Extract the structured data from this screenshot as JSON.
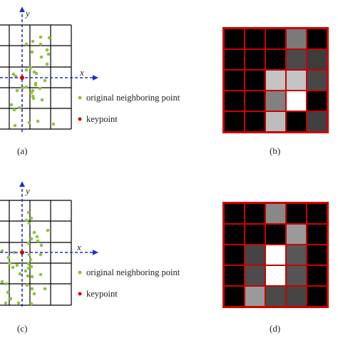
{
  "panels": [
    {
      "label": "(a)",
      "axis_x": "x",
      "axis_y": "y",
      "legend_point": "original neighboring point",
      "legend_keypoint": "keypoint",
      "points": [
        [
          57,
          52
        ],
        [
          69,
          53
        ],
        [
          46,
          58
        ],
        [
          37,
          62
        ],
        [
          57,
          62
        ],
        [
          66,
          70
        ],
        [
          45,
          73
        ],
        [
          68,
          76
        ],
        [
          58,
          80
        ],
        [
          66,
          90
        ],
        [
          43,
          95
        ],
        [
          37,
          98
        ],
        [
          48,
          101
        ],
        [
          51,
          103
        ],
        [
          19,
          104
        ],
        [
          22,
          107
        ],
        [
          63,
          113
        ],
        [
          50,
          117
        ],
        [
          50,
          119
        ],
        [
          37,
          122
        ],
        [
          32,
          123
        ],
        [
          56,
          124
        ],
        [
          46,
          127
        ],
        [
          24,
          127
        ],
        [
          44,
          130
        ],
        [
          46,
          135
        ],
        [
          47,
          138
        ],
        [
          59,
          140
        ],
        [
          16,
          147
        ],
        [
          27,
          151
        ],
        [
          20,
          154
        ],
        [
          53,
          170
        ],
        [
          41,
          172
        ],
        [
          75,
          174
        ],
        [
          21,
          176
        ]
      ],
      "colors": [
        "#000000",
        "#000000",
        "#000000",
        "#7a7a7a",
        "#000000",
        "#000000",
        "#000000",
        "#000000",
        "#4a4a4a",
        "#3c3c3c",
        "#000000",
        "#000000",
        "#c4c4c4",
        "#c4c4c4",
        "#474747",
        "#000000",
        "#000000",
        "#818181",
        "#ffffff",
        "#000000",
        "#000000",
        "#000000",
        "#bdbdbd",
        "#000000",
        "#404040"
      ]
    },
    {
      "label": "(c)",
      "axis_x": "x",
      "axis_y": "y",
      "legend_point": "original neighboring point",
      "legend_keypoint": "keypoint",
      "points": [
        [
          40,
          298
        ],
        [
          44,
          306
        ],
        [
          37,
          309
        ],
        [
          41,
          313
        ],
        [
          67,
          323
        ],
        [
          48,
          326
        ],
        [
          52,
          332
        ],
        [
          44,
          335
        ],
        [
          53,
          338
        ],
        [
          40,
          341
        ],
        [
          58,
          344
        ],
        [
          3,
          352
        ],
        [
          20,
          354
        ],
        [
          41,
          357
        ],
        [
          57,
          357
        ],
        [
          12,
          361
        ],
        [
          43,
          364
        ],
        [
          14,
          369
        ],
        [
          40,
          370
        ],
        [
          24,
          372
        ],
        [
          44,
          374
        ],
        [
          18,
          375
        ],
        [
          40,
          376
        ],
        [
          36,
          380
        ],
        [
          28,
          384
        ],
        [
          57,
          385
        ],
        [
          39,
          387
        ],
        [
          45,
          388
        ],
        [
          3,
          395
        ],
        [
          9,
          398
        ],
        [
          38,
          400
        ],
        [
          45,
          405
        ],
        [
          63,
          405
        ],
        [
          11,
          410
        ],
        [
          48,
          412
        ],
        [
          15,
          419
        ],
        [
          26,
          425
        ],
        [
          8,
          425
        ],
        [
          44,
          426
        ]
      ],
      "colors": [
        "#000000",
        "#000000",
        "#888888",
        "#000000",
        "#000000",
        "#000000",
        "#000000",
        "#000000",
        "#9a9a9a",
        "#000000",
        "#000000",
        "#444444",
        "#ffffff",
        "#575757",
        "#000000",
        "#000000",
        "#4c4c4c",
        "#ffffff",
        "#545454",
        "#000000",
        "#000000",
        "#9a9a9a",
        "#4a4a4a",
        "#454545",
        "#000000"
      ]
    }
  ],
  "right_labels": [
    "(b)",
    "(d)"
  ],
  "colors": {
    "grid": "#000000",
    "axis": "#1f2ad6",
    "point": "#8cc43c",
    "keypoint": "#d40000",
    "cell_border": "#cc0000"
  }
}
